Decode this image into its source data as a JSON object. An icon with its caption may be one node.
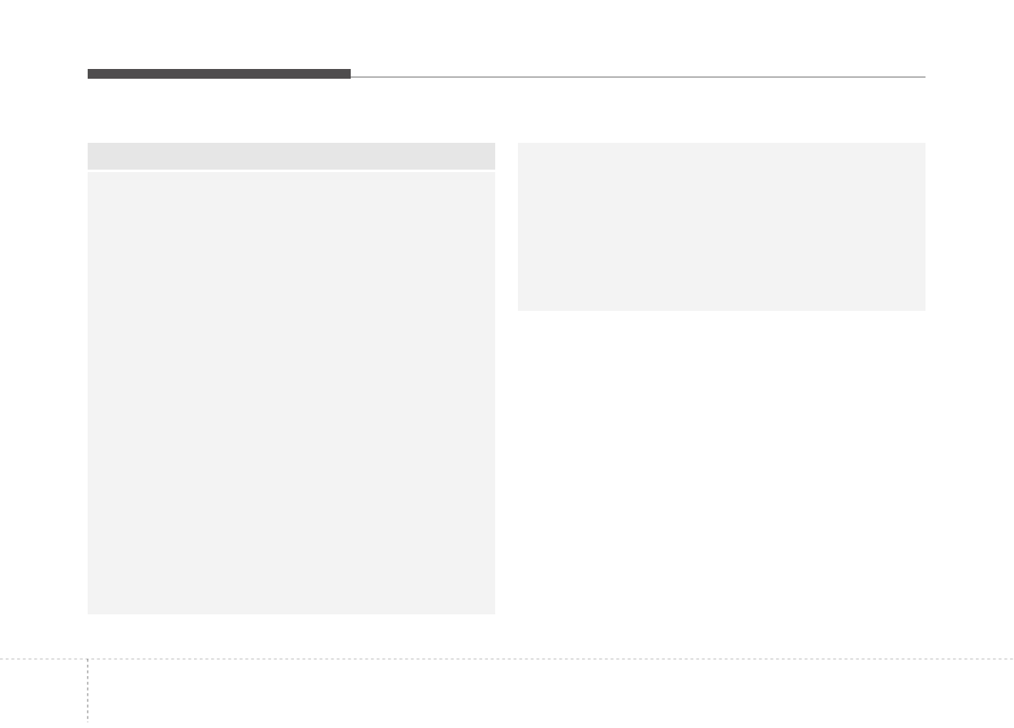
{
  "diagram": {
    "nodes": [
      {
        "text": [],
        "shape": "box"
      },
      {
        "text": [],
        "shape": "box"
      },
      {
        "text": [],
        "shape": "box"
      }
    ]
  }
}
